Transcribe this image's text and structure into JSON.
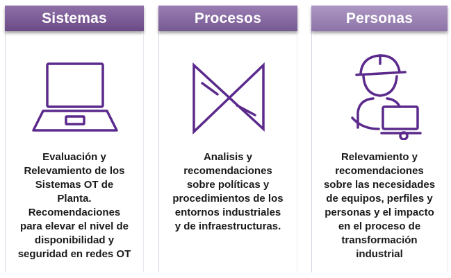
{
  "colors": {
    "accent": "#5b2a8c"
  },
  "cards": [
    {
      "title": "Sistemas",
      "icon": "laptop-icon",
      "lines": [
        "Evaluación y",
        "Relevamiento de los",
        "Sistemas OT de",
        "Planta.",
        "Recomendaciones",
        "para elevar el nivel de",
        "disponibilidad y",
        "seguridad en redes OT"
      ]
    },
    {
      "title": "Procesos",
      "icon": "process-flow-icon",
      "lines": [
        "Analisis y",
        "recomendaciones",
        "sobre políticas y",
        "procedimientos de los",
        "entornos industriales",
        "y de infraestructuras."
      ]
    },
    {
      "title": "Personas",
      "icon": "worker-at-computer-icon",
      "lines": [
        "Relevamiento y",
        "recomendaciones",
        "sobre las necesidades",
        "de equipos, perfiles y",
        "personas y el impacto",
        "en el proceso de",
        "transformación",
        "industrial"
      ]
    }
  ]
}
